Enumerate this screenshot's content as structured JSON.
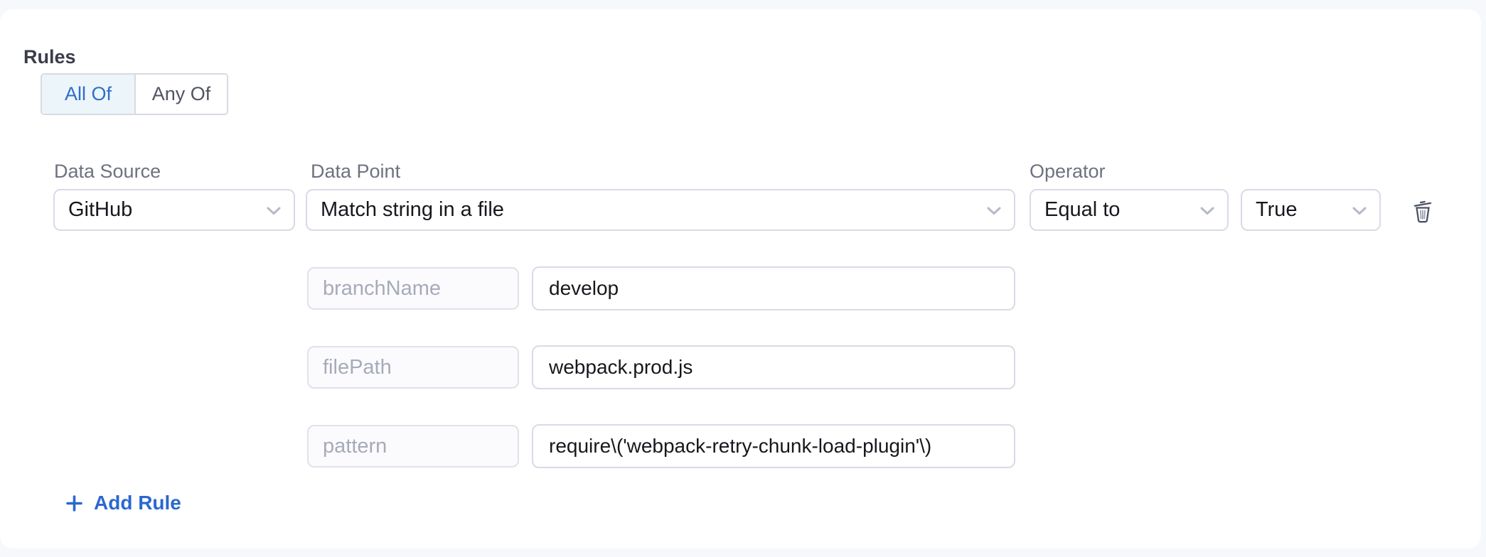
{
  "colors": {
    "page_bg": "#f6f8fb",
    "card_bg": "#ffffff",
    "accent_blue": "#2a68cf",
    "selected_segment_bg": "#ecf5fa",
    "text_dark": "#17181d",
    "label_gray": "#6e7280",
    "placeholder_gray": "#a7aaba",
    "border_gray": "#d9dae6"
  },
  "rules": {
    "title": "Rules",
    "mode_toggle": {
      "all_of": "All Of",
      "any_of": "Any Of",
      "selected": "All Of"
    },
    "rule": {
      "data_source_label": "Data Source",
      "data_source_value": "GitHub",
      "data_point_label": "Data Point",
      "data_point_value": "Match string in a file",
      "operator_label": "Operator",
      "operator_value": "Equal to",
      "comparison_value": "True",
      "params": [
        {
          "key": "branchName",
          "value": "develop"
        },
        {
          "key": "filePath",
          "value": "webpack.prod.js"
        },
        {
          "key": "pattern",
          "value": "require\\('webpack-retry-chunk-load-plugin'\\)"
        }
      ]
    },
    "add_rule_label": "Add Rule"
  },
  "icons": {
    "chevron": "chevron-down-icon",
    "delete": "trash-icon",
    "plus": "plus-icon"
  }
}
